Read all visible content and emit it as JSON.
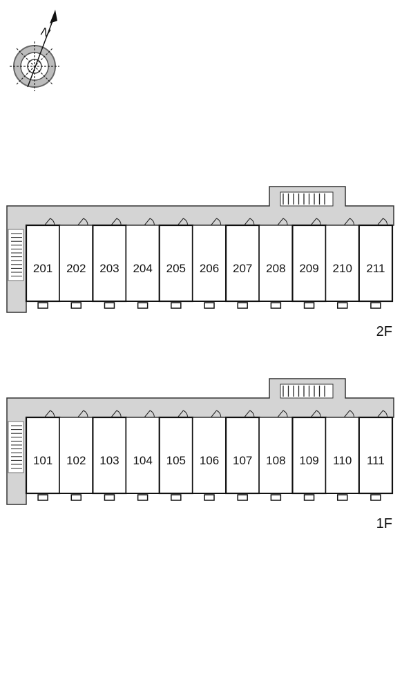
{
  "compass": {
    "north_label": "N"
  },
  "floors": [
    {
      "id": "2F",
      "label": "2F",
      "units": [
        "201",
        "202",
        "203",
        "204",
        "205",
        "206",
        "207",
        "208",
        "209",
        "210",
        "211"
      ]
    },
    {
      "id": "1F",
      "label": "1F",
      "units": [
        "101",
        "102",
        "103",
        "104",
        "105",
        "106",
        "107",
        "108",
        "109",
        "110",
        "111"
      ]
    }
  ]
}
